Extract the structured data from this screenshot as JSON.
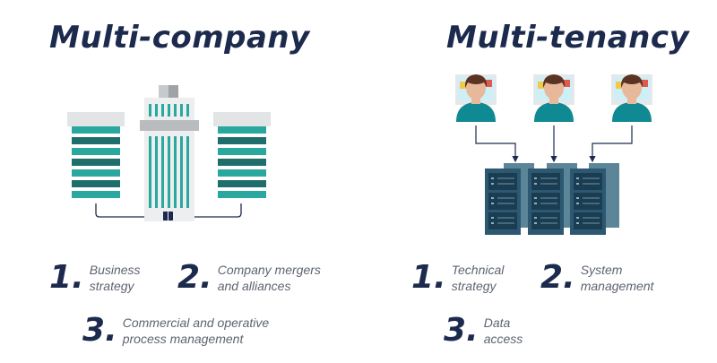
{
  "left": {
    "title": "Multi-company",
    "items": [
      {
        "num": "1.",
        "line1": "Business",
        "line2": "strategy"
      },
      {
        "num": "2.",
        "line1": "Company mergers",
        "line2": "and alliances"
      },
      {
        "num": "3.",
        "line1": "Commercial and operative",
        "line2": "process management"
      }
    ]
  },
  "right": {
    "title": "Multi-tenancy",
    "items": [
      {
        "num": "1.",
        "line1": "Technical",
        "line2": "strategy"
      },
      {
        "num": "2.",
        "line1": "System",
        "line2": "management"
      },
      {
        "num": "3.",
        "line1": "Data",
        "line2": "access"
      }
    ]
  },
  "colors": {
    "navy": "#1c2a4d",
    "teal": "#2aa8a0",
    "dark_teal": "#1f6e6d",
    "server": "#2d5872",
    "server_back": "#5d8598"
  },
  "icons": [
    "building-icon",
    "user-workstation-icon",
    "server-rack-icon"
  ]
}
